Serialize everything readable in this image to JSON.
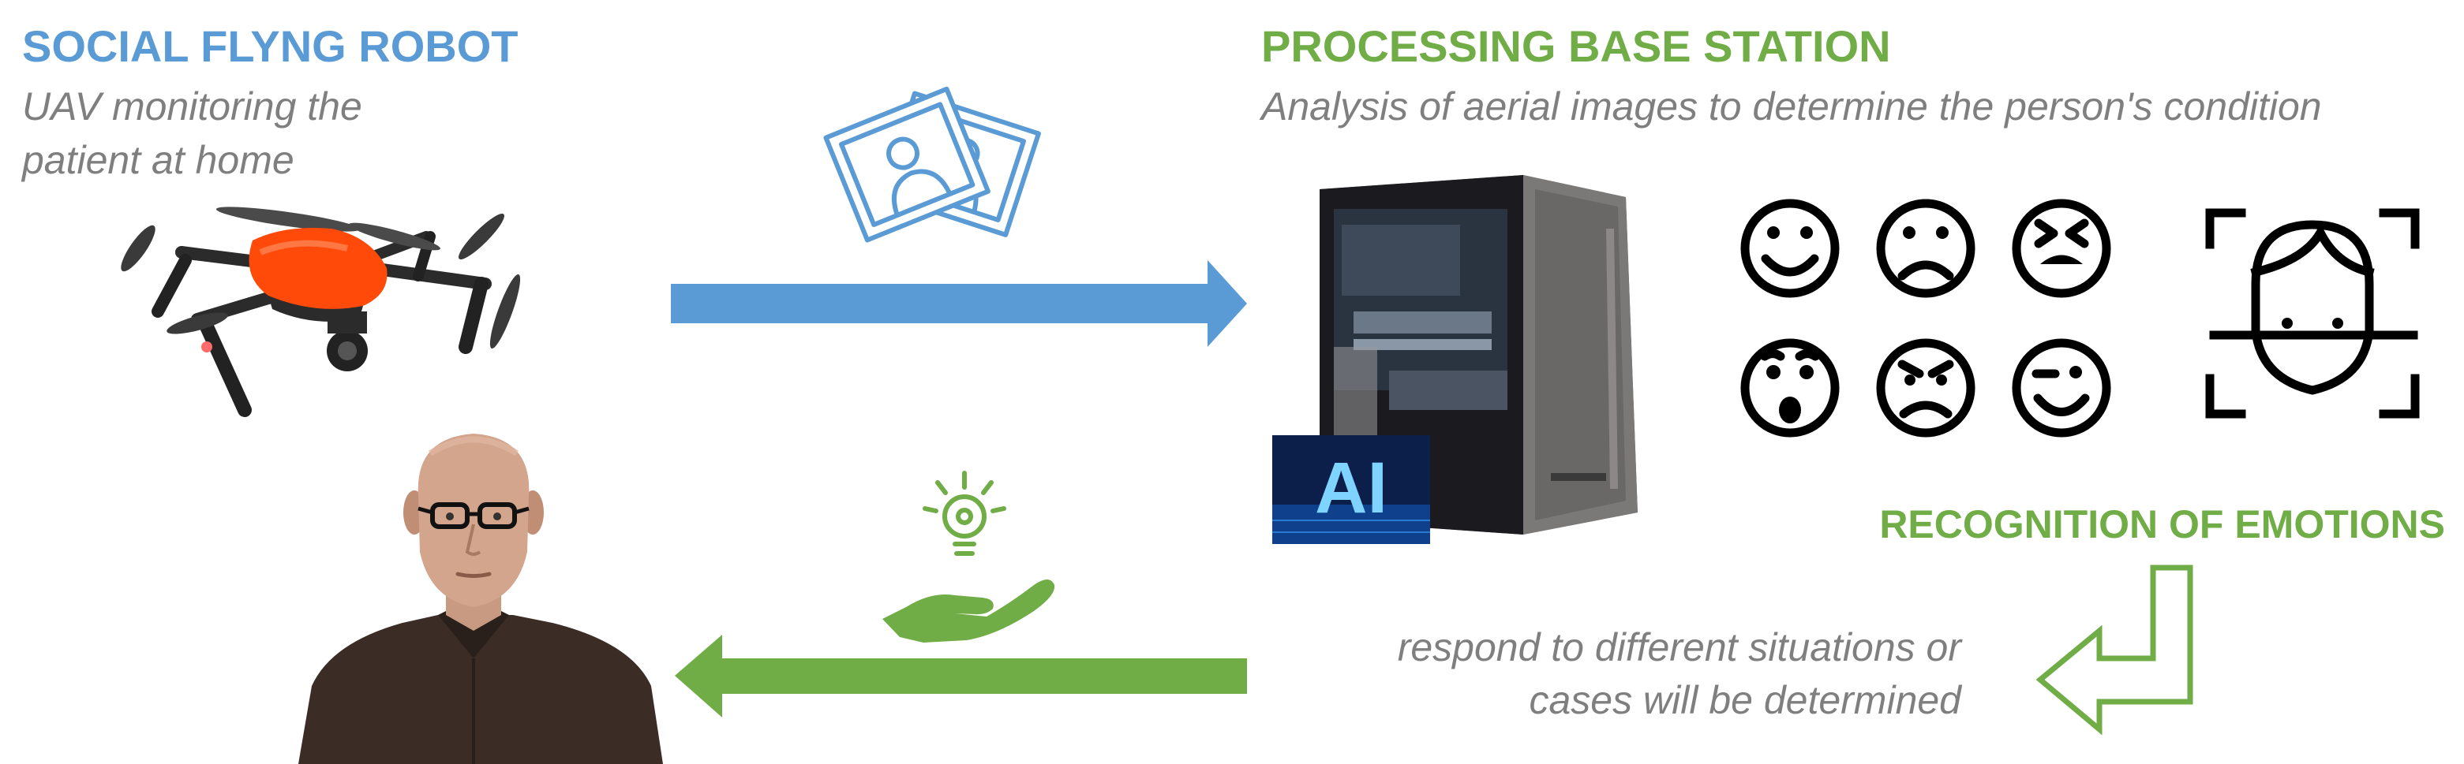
{
  "robot": {
    "title": "SOCIAL FLYNG ROBOT",
    "subtitle_line1": "UAV monitoring the",
    "subtitle_line2": "patient at home"
  },
  "base_station": {
    "title": "PROCESSING BASE STATION",
    "subtitle": "Analysis of aerial images to determine the person's condition",
    "ai_badge": "AI"
  },
  "emotions": {
    "label": "RECOGNITION OF EMOTIONS",
    "faces": [
      "smile",
      "sad",
      "distressed",
      "surprised",
      "angry",
      "wink"
    ]
  },
  "response": {
    "line1": "respond to different situations or",
    "line2": "cases will be determined"
  },
  "colors": {
    "blue": "#5b9bd5",
    "green": "#70ad47",
    "drone_orange": "#ff4a0a",
    "text_gray": "#7f7f7f"
  },
  "icons": [
    "drone",
    "photos-icon",
    "computer-tower",
    "ai-badge",
    "emotion-faces",
    "face-scan-icon",
    "lightbulb-hand-icon",
    "elderly-man-avatar",
    "return-arrow"
  ]
}
